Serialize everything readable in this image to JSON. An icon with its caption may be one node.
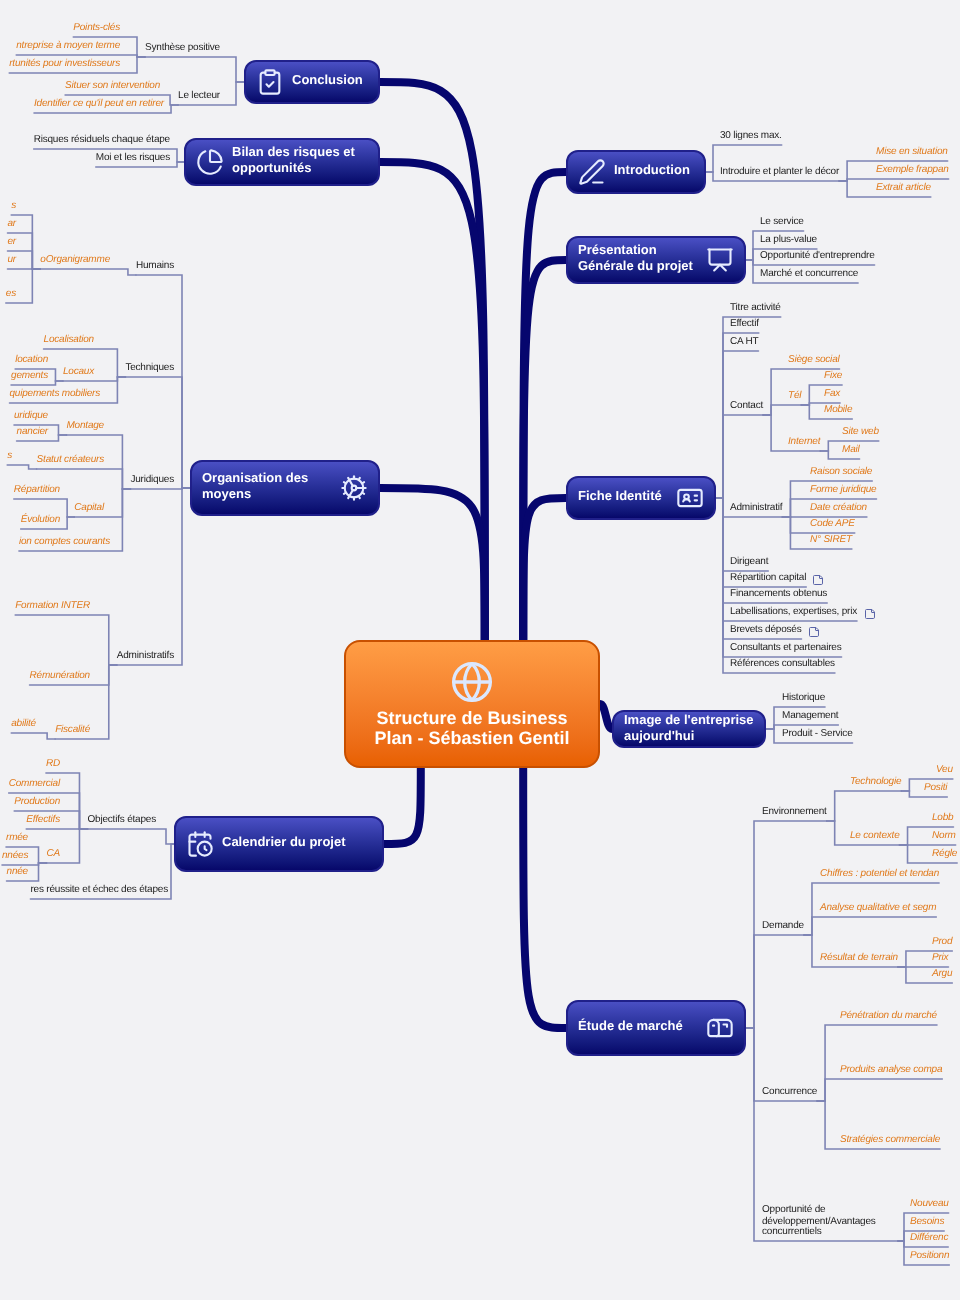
{
  "diagram": {
    "nodes": [
      {
        "text": [
          "Structure de Business Plan - Sébastien Gentil"
        ]
      },
      {
        "text": [
          "Introduction"
        ]
      },
      {
        "text": [
          "30 lignes max."
        ]
      },
      {
        "text": [
          "Introduire et planter le décor"
        ]
      },
      {
        "text": [
          "Mise en situation"
        ]
      },
      {
        "text": [
          "Exemple frappan"
        ]
      },
      {
        "text": [
          "Extrait article"
        ]
      },
      {
        "text": [
          "Présentation Générale du projet"
        ]
      },
      {
        "text": [
          "Le service"
        ]
      },
      {
        "text": [
          "La plus-value"
        ]
      },
      {
        "text": [
          "Opportunité d'entreprendre"
        ]
      },
      {
        "text": [
          "Marché et concurrence"
        ]
      },
      {
        "text": [
          "Fiche Identité"
        ]
      },
      {
        "text": [
          "Titre activité"
        ]
      },
      {
        "text": [
          "Effectif"
        ]
      },
      {
        "text": [
          "CA HT"
        ]
      },
      {
        "text": [
          "Contact"
        ]
      },
      {
        "text": [
          "Siège social"
        ]
      },
      {
        "text": [
          "Tél"
        ]
      },
      {
        "text": [
          "Fixe"
        ]
      },
      {
        "text": [
          "Fax"
        ]
      },
      {
        "text": [
          "Mobile"
        ]
      },
      {
        "text": [
          "Internet"
        ]
      },
      {
        "text": [
          "Site web"
        ]
      },
      {
        "text": [
          "Mail"
        ]
      },
      {
        "text": [
          "Administratif"
        ]
      },
      {
        "text": [
          "Raison sociale"
        ]
      },
      {
        "text": [
          "Forme juridique"
        ]
      },
      {
        "text": [
          "Date création"
        ]
      },
      {
        "text": [
          "Code APE"
        ]
      },
      {
        "text": [
          "N° SIRET"
        ]
      },
      {
        "text": [
          "Dirigeant"
        ]
      },
      {
        "text": [
          "Répartition capital"
        ]
      },
      {
        "text": [
          "Financements obtenus"
        ]
      },
      {
        "text": [
          "Labellisations, expertises, prix"
        ]
      },
      {
        "text": [
          "Brevets déposés"
        ]
      },
      {
        "text": [
          "Consultants et partenaires"
        ]
      },
      {
        "text": [
          "Références consultables"
        ]
      },
      {
        "text": [
          "Image de l'entreprise aujourd'hui"
        ]
      },
      {
        "text": [
          "Historique"
        ]
      },
      {
        "text": [
          "Management"
        ]
      },
      {
        "text": [
          "Produit - Service"
        ]
      },
      {
        "text": [
          "Étude de marché"
        ]
      },
      {
        "text": [
          "Environnement"
        ]
      },
      {
        "text": [
          "Technologie"
        ]
      },
      {
        "text": [
          "Veu"
        ]
      },
      {
        "text": [
          "Positi"
        ]
      },
      {
        "text": [
          "Le contexte"
        ]
      },
      {
        "text": [
          "Lobb"
        ]
      },
      {
        "text": [
          "Norm"
        ]
      },
      {
        "text": [
          "Régle"
        ]
      },
      {
        "text": [
          "Demande"
        ]
      },
      {
        "text": [
          "Chiffres : potentiel et tendan"
        ]
      },
      {
        "text": [
          "Analyse qualitative et segm"
        ]
      },
      {
        "text": [
          "Résultat de terrain"
        ]
      },
      {
        "text": [
          "Prod"
        ]
      },
      {
        "text": [
          "Prix"
        ]
      },
      {
        "text": [
          "Argu"
        ]
      },
      {
        "text": [
          "Concurrence"
        ]
      },
      {
        "text": [
          "Pénétration du marché"
        ]
      },
      {
        "text": [
          "Produits analyse compa"
        ]
      },
      {
        "text": [
          "Stratégies commerciale"
        ]
      },
      {
        "text": [
          "Opportunité de développement/Avantages concurrentiels"
        ]
      },
      {
        "text": [
          "Nouveau"
        ]
      },
      {
        "text": [
          "Besoins"
        ]
      },
      {
        "text": [
          "Différenc"
        ]
      },
      {
        "text": [
          "Positionn"
        ]
      },
      {
        "text": [
          "Conclusion"
        ]
      },
      {
        "text": [
          "Synthèse positive"
        ]
      },
      {
        "text": [
          "Points-clés"
        ]
      },
      {
        "text": [
          "ntreprise à moyen terme"
        ]
      },
      {
        "text": [
          "rtunités pour investisseurs"
        ]
      },
      {
        "text": [
          "Le lecteur"
        ]
      },
      {
        "text": [
          "Situer son intervention"
        ]
      },
      {
        "text": [
          "Identifier ce qu'il peut en retirer"
        ]
      },
      {
        "text": [
          "Bilan des risques et opportunités"
        ]
      },
      {
        "text": [
          "Risques résiduels chaque étape"
        ]
      },
      {
        "text": [
          "Moi et les risques"
        ]
      },
      {
        "text": [
          "Organisation des moyens"
        ]
      },
      {
        "text": [
          "Humains"
        ]
      },
      {
        "text": [
          "oOrganigramme"
        ]
      },
      {
        "text": [
          "s"
        ]
      },
      {
        "text": [
          "ar"
        ]
      },
      {
        "text": [
          "er"
        ]
      },
      {
        "text": [
          "ur"
        ]
      },
      {
        "text": [
          "es"
        ]
      },
      {
        "text": [
          "Techniques"
        ]
      },
      {
        "text": [
          "Localisation"
        ]
      },
      {
        "text": [
          "Locaux"
        ]
      },
      {
        "text": [
          "location"
        ]
      },
      {
        "text": [
          "gements"
        ]
      },
      {
        "text": [
          "quipements mobiliers"
        ]
      },
      {
        "text": [
          "Juridiques"
        ]
      },
      {
        "text": [
          "Montage"
        ]
      },
      {
        "text": [
          "uridique"
        ]
      },
      {
        "text": [
          "nancier"
        ]
      },
      {
        "text": [
          "Statut créateurs"
        ]
      },
      {
        "text": [
          "s"
        ]
      },
      {
        "text": [
          "Capital"
        ]
      },
      {
        "text": [
          "Répartition"
        ]
      },
      {
        "text": [
          "Évolution"
        ]
      },
      {
        "text": [
          "ion comptes courants"
        ]
      },
      {
        "text": [
          "Administratifs"
        ]
      },
      {
        "text": [
          "Formation INTER"
        ]
      },
      {
        "text": [
          "Rémunération"
        ]
      },
      {
        "text": [
          "Fiscalité"
        ]
      },
      {
        "text": [
          "abilité"
        ]
      },
      {
        "text": [
          "Calendrier du projet"
        ]
      },
      {
        "text": [
          "Objectifs étapes"
        ]
      },
      {
        "text": [
          "RD"
        ]
      },
      {
        "text": [
          "Commercial"
        ]
      },
      {
        "text": [
          "Production"
        ]
      },
      {
        "text": [
          "Effectifs"
        ]
      },
      {
        "text": [
          "CA"
        ]
      },
      {
        "text": [
          "rmée"
        ]
      },
      {
        "text": [
          "nnées"
        ]
      },
      {
        "text": [
          "nnée"
        ]
      },
      {
        "text": [
          "res réussite et échec des étapes"
        ]
      }
    ],
    "edges": [
      {
        "from": 0,
        "to": 1,
        "arrow": "none",
        "style": "thick",
        "color": "#06066e"
      },
      {
        "from": 0,
        "to": 7,
        "arrow": "none",
        "style": "thick",
        "color": "#06066e"
      },
      {
        "from": 0,
        "to": 12,
        "arrow": "none",
        "style": "thick",
        "color": "#06066e"
      },
      {
        "from": 0,
        "to": 38,
        "arrow": "none",
        "style": "thick",
        "color": "#06066e"
      },
      {
        "from": 0,
        "to": 42,
        "arrow": "none",
        "style": "thick",
        "color": "#06066e"
      },
      {
        "from": 0,
        "to": 67,
        "arrow": "none",
        "style": "thick",
        "color": "#06066e"
      },
      {
        "from": 0,
        "to": 75,
        "arrow": "none",
        "style": "thick",
        "color": "#06066e"
      },
      {
        "from": 0,
        "to": 78,
        "arrow": "none",
        "style": "thick",
        "color": "#06066e"
      },
      {
        "from": 0,
        "to": 107,
        "arrow": "none",
        "style": "thick",
        "color": "#06066e"
      },
      {
        "from": 1,
        "to": 2,
        "arrow": "none"
      },
      {
        "from": 1,
        "to": 3,
        "arrow": "none"
      },
      {
        "from": 3,
        "to": 4,
        "arrow": "none"
      },
      {
        "from": 3,
        "to": 5,
        "arrow": "none"
      },
      {
        "from": 3,
        "to": 6,
        "arrow": "none"
      },
      {
        "from": 7,
        "to": 8,
        "arrow": "none"
      },
      {
        "from": 7,
        "to": 9,
        "arrow": "none"
      },
      {
        "from": 7,
        "to": 10,
        "arrow": "none"
      },
      {
        "from": 7,
        "to": 11,
        "arrow": "none"
      },
      {
        "from": 12,
        "to": 13,
        "arrow": "none"
      },
      {
        "from": 12,
        "to": 14,
        "arrow": "none"
      },
      {
        "from": 12,
        "to": 15,
        "arrow": "none"
      },
      {
        "from": 12,
        "to": 16,
        "arrow": "none"
      },
      {
        "from": 16,
        "to": 17,
        "arrow": "none"
      },
      {
        "from": 16,
        "to": 18,
        "arrow": "none"
      },
      {
        "from": 18,
        "to": 19,
        "arrow": "none"
      },
      {
        "from": 18,
        "to": 20,
        "arrow": "none"
      },
      {
        "from": 18,
        "to": 21,
        "arrow": "none"
      },
      {
        "from": 16,
        "to": 22,
        "arrow": "none"
      },
      {
        "from": 22,
        "to": 23,
        "arrow": "none"
      },
      {
        "from": 22,
        "to": 24,
        "arrow": "none"
      },
      {
        "from": 12,
        "to": 25,
        "arrow": "none"
      },
      {
        "from": 25,
        "to": 26,
        "arrow": "none"
      },
      {
        "from": 25,
        "to": 27,
        "arrow": "none"
      },
      {
        "from": 25,
        "to": 28,
        "arrow": "none"
      },
      {
        "from": 25,
        "to": 29,
        "arrow": "none"
      },
      {
        "from": 25,
        "to": 30,
        "arrow": "none"
      },
      {
        "from": 12,
        "to": 31,
        "arrow": "none"
      },
      {
        "from": 12,
        "to": 32,
        "arrow": "none"
      },
      {
        "from": 12,
        "to": 33,
        "arrow": "none"
      },
      {
        "from": 12,
        "to": 34,
        "arrow": "none"
      },
      {
        "from": 12,
        "to": 35,
        "arrow": "none"
      },
      {
        "from": 12,
        "to": 36,
        "arrow": "none"
      },
      {
        "from": 12,
        "to": 37,
        "arrow": "none"
      },
      {
        "from": 38,
        "to": 39,
        "arrow": "none"
      },
      {
        "from": 38,
        "to": 40,
        "arrow": "none"
      },
      {
        "from": 38,
        "to": 41,
        "arrow": "none"
      },
      {
        "from": 42,
        "to": 43,
        "arrow": "none"
      },
      {
        "from": 43,
        "to": 44,
        "arrow": "none"
      },
      {
        "from": 44,
        "to": 45,
        "arrow": "none"
      },
      {
        "from": 44,
        "to": 46,
        "arrow": "none"
      },
      {
        "from": 43,
        "to": 47,
        "arrow": "none"
      },
      {
        "from": 47,
        "to": 48,
        "arrow": "none"
      },
      {
        "from": 47,
        "to": 49,
        "arrow": "none"
      },
      {
        "from": 47,
        "to": 50,
        "arrow": "none"
      },
      {
        "from": 42,
        "to": 51,
        "arrow": "none"
      },
      {
        "from": 51,
        "to": 52,
        "arrow": "none"
      },
      {
        "from": 51,
        "to": 53,
        "arrow": "none"
      },
      {
        "from": 51,
        "to": 54,
        "arrow": "none"
      },
      {
        "from": 54,
        "to": 55,
        "arrow": "none"
      },
      {
        "from": 54,
        "to": 56,
        "arrow": "none"
      },
      {
        "from": 54,
        "to": 57,
        "arrow": "none"
      },
      {
        "from": 42,
        "to": 58,
        "arrow": "none"
      },
      {
        "from": 58,
        "to": 59,
        "arrow": "none"
      },
      {
        "from": 58,
        "to": 60,
        "arrow": "none"
      },
      {
        "from": 58,
        "to": 61,
        "arrow": "none"
      },
      {
        "from": 42,
        "to": 62,
        "arrow": "none"
      },
      {
        "from": 62,
        "to": 63,
        "arrow": "none"
      },
      {
        "from": 62,
        "to": 64,
        "arrow": "none"
      },
      {
        "from": 62,
        "to": 65,
        "arrow": "none"
      },
      {
        "from": 62,
        "to": 66,
        "arrow": "none"
      },
      {
        "from": 67,
        "to": 68,
        "arrow": "none"
      },
      {
        "from": 68,
        "to": 69,
        "arrow": "none"
      },
      {
        "from": 68,
        "to": 70,
        "arrow": "none"
      },
      {
        "from": 68,
        "to": 71,
        "arrow": "none"
      },
      {
        "from": 67,
        "to": 72,
        "arrow": "none"
      },
      {
        "from": 72,
        "to": 73,
        "arrow": "none"
      },
      {
        "from": 72,
        "to": 74,
        "arrow": "none"
      },
      {
        "from": 75,
        "to": 76,
        "arrow": "none"
      },
      {
        "from": 75,
        "to": 77,
        "arrow": "none"
      },
      {
        "from": 78,
        "to": 79,
        "arrow": "none"
      },
      {
        "from": 79,
        "to": 80,
        "arrow": "none"
      },
      {
        "from": 80,
        "to": 81,
        "arrow": "none"
      },
      {
        "from": 80,
        "to": 82,
        "arrow": "none"
      },
      {
        "from": 80,
        "to": 83,
        "arrow": "none"
      },
      {
        "from": 80,
        "to": 84,
        "arrow": "none"
      },
      {
        "from": 80,
        "to": 85,
        "arrow": "none"
      },
      {
        "from": 78,
        "to": 86,
        "arrow": "none"
      },
      {
        "from": 86,
        "to": 87,
        "arrow": "none"
      },
      {
        "from": 86,
        "to": 88,
        "arrow": "none"
      },
      {
        "from": 88,
        "to": 89,
        "arrow": "none"
      },
      {
        "from": 88,
        "to": 90,
        "arrow": "none"
      },
      {
        "from": 86,
        "to": 91,
        "arrow": "none"
      },
      {
        "from": 78,
        "to": 92,
        "arrow": "none"
      },
      {
        "from": 92,
        "to": 93,
        "arrow": "none"
      },
      {
        "from": 93,
        "to": 94,
        "arrow": "none"
      },
      {
        "from": 93,
        "to": 95,
        "arrow": "none"
      },
      {
        "from": 92,
        "to": 96,
        "arrow": "none"
      },
      {
        "from": 96,
        "to": 97,
        "arrow": "none"
      },
      {
        "from": 92,
        "to": 98,
        "arrow": "none"
      },
      {
        "from": 98,
        "to": 99,
        "arrow": "none"
      },
      {
        "from": 98,
        "to": 100,
        "arrow": "none"
      },
      {
        "from": 92,
        "to": 101,
        "arrow": "none"
      },
      {
        "from": 78,
        "to": 102,
        "arrow": "none"
      },
      {
        "from": 102,
        "to": 103,
        "arrow": "none"
      },
      {
        "from": 102,
        "to": 104,
        "arrow": "none"
      },
      {
        "from": 102,
        "to": 105,
        "arrow": "none"
      },
      {
        "from": 105,
        "to": 106,
        "arrow": "none"
      },
      {
        "from": 107,
        "to": 108,
        "arrow": "none"
      },
      {
        "from": 108,
        "to": 109,
        "arrow": "none"
      },
      {
        "from": 108,
        "to": 110,
        "arrow": "none"
      },
      {
        "from": 108,
        "to": 111,
        "arrow": "none"
      },
      {
        "from": 108,
        "to": 112,
        "arrow": "none"
      },
      {
        "from": 108,
        "to": 113,
        "arrow": "none"
      },
      {
        "from": 113,
        "to": 114,
        "arrow": "none"
      },
      {
        "from": 113,
        "to": 115,
        "arrow": "none"
      },
      {
        "from": 113,
        "to": 116,
        "arrow": "none"
      },
      {
        "from": 107,
        "to": 117,
        "arrow": "none"
      }
    ]
  }
}
